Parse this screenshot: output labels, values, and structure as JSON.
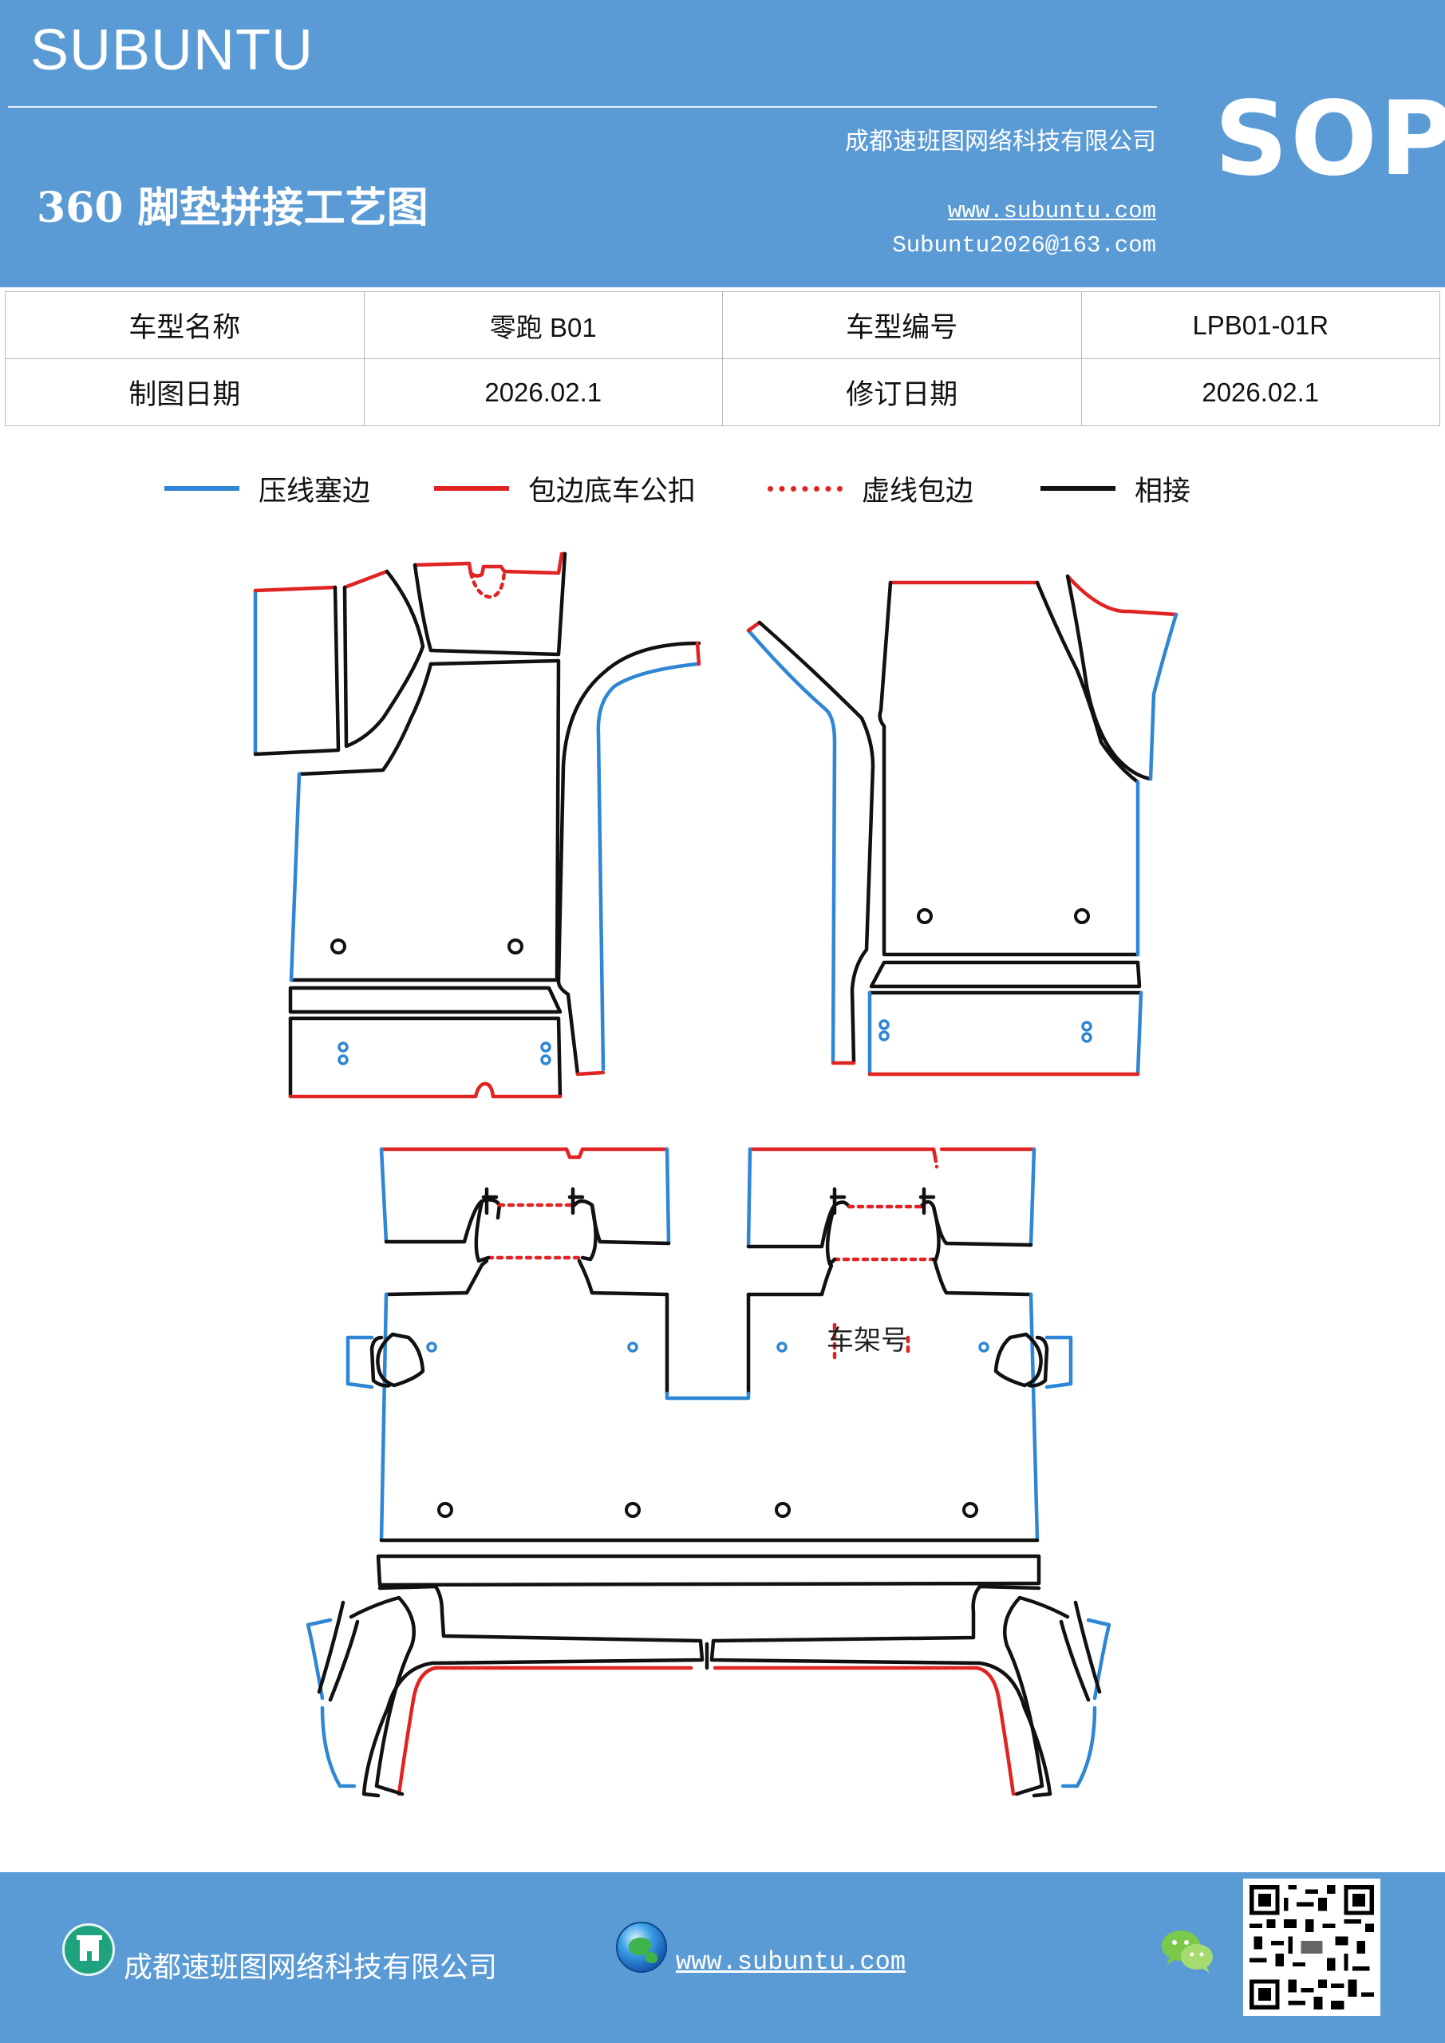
{
  "header": {
    "brand": "SUBUNTU",
    "company": "成都速班图网络科技有限公司",
    "title": "360 脚垫拼接工艺图",
    "website": "www.subuntu.com",
    "email": "Subuntu2026@163.com",
    "badge": "SOP"
  },
  "info_table": {
    "rows": [
      {
        "label1": "车型名称",
        "value1": "零跑 B01",
        "label2": "车型编号",
        "value2": "LPB01-01R"
      },
      {
        "label1": "制图日期",
        "value1": "2026.02.1",
        "label2": "修订日期",
        "value2": "2026.02.1"
      }
    ]
  },
  "legend": [
    {
      "label": "压线塞边",
      "color": "#2e86d4",
      "style": "solid"
    },
    {
      "label": "包边底车公扣",
      "color": "#e02424",
      "style": "solid"
    },
    {
      "label": "虚线包边",
      "color": "#e02424",
      "style": "dotted"
    },
    {
      "label": "相接",
      "color": "#111111",
      "style": "solid"
    }
  ],
  "drawing": {
    "frame_label": "车架号"
  },
  "footer": {
    "company": "成都速班图网络科技有限公司",
    "website": "www.subuntu.com",
    "icons": [
      "building-icon",
      "globe-icon",
      "wechat-icon",
      "qr-code"
    ]
  }
}
